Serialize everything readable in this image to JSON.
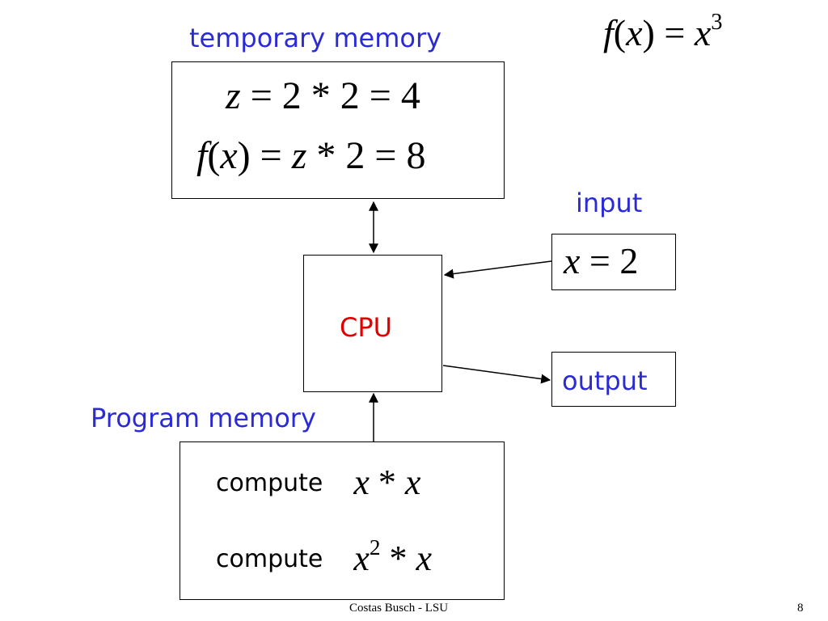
{
  "title_formula": {
    "f": "f",
    "x": "x",
    "eq": "=",
    "base": "x",
    "exp": "3"
  },
  "temporary_memory": {
    "label": "temporary memory",
    "line1": {
      "var": "z",
      "rest": " = 2 * 2 = 4"
    },
    "line2": {
      "f": "f",
      "x": "x",
      "eq": " = ",
      "z": "z",
      "rest": " * 2 = 8"
    }
  },
  "input": {
    "label": "input",
    "var": "x",
    "rest": " = 2"
  },
  "cpu": {
    "label": "CPU"
  },
  "output": {
    "label": "output"
  },
  "program_memory": {
    "label": "Program memory",
    "line1": {
      "cmd": "compute",
      "a": "x",
      "op": " * ",
      "b": "x"
    },
    "line2": {
      "cmd": "compute",
      "base": "x",
      "exp": "2",
      "op": " * ",
      "b": "x"
    }
  },
  "footer": {
    "credit": "Costas Busch - LSU",
    "page": "8"
  },
  "colors": {
    "blue_label": "#2b2bd6",
    "cpu_label": "#e00000"
  }
}
